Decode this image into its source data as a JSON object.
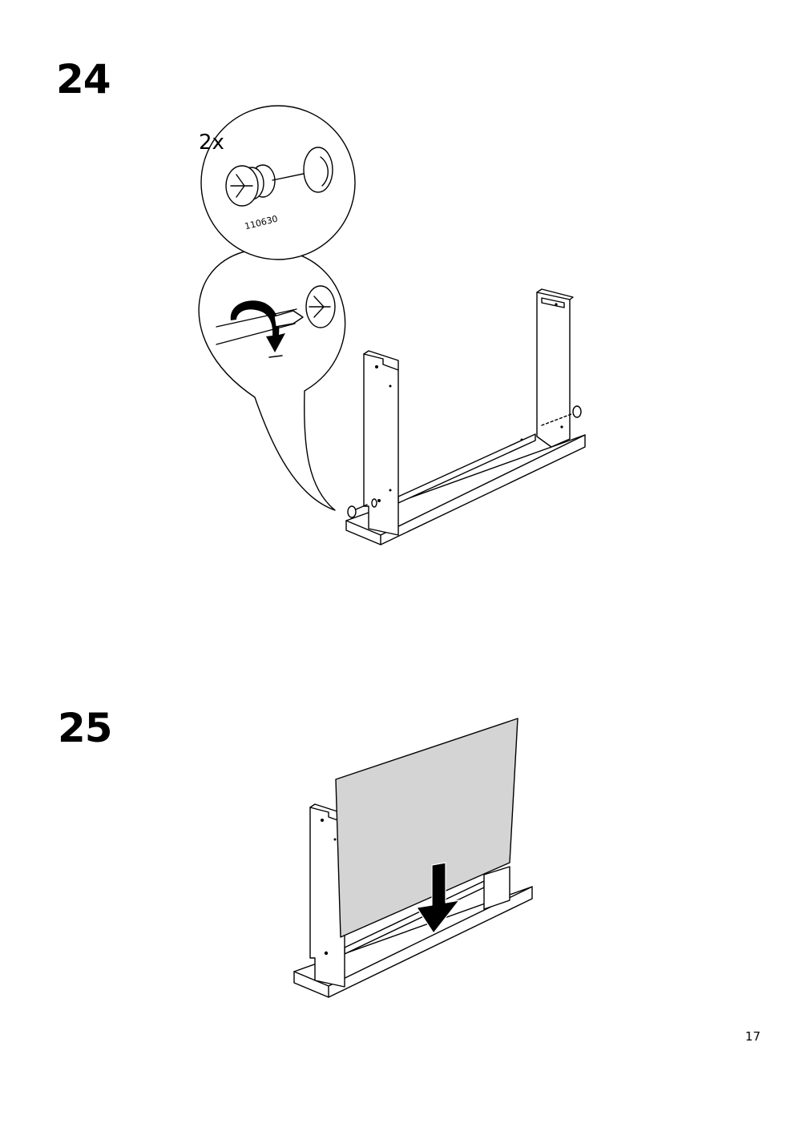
{
  "steps": [
    {
      "number": "24",
      "quantity_label": "2x",
      "part_number": "110630"
    },
    {
      "number": "25"
    }
  ],
  "page": {
    "number": "17"
  },
  "icons": {
    "cam_lock": "cam-lock-fitting-icon",
    "rotate_arrow": "clockwise-turn-arrow-icon",
    "down_arrow": "insert-down-arrow-icon"
  },
  "colors": {
    "line": "#000000",
    "panel_fill": "#d4d4d4",
    "background": "#ffffff"
  }
}
